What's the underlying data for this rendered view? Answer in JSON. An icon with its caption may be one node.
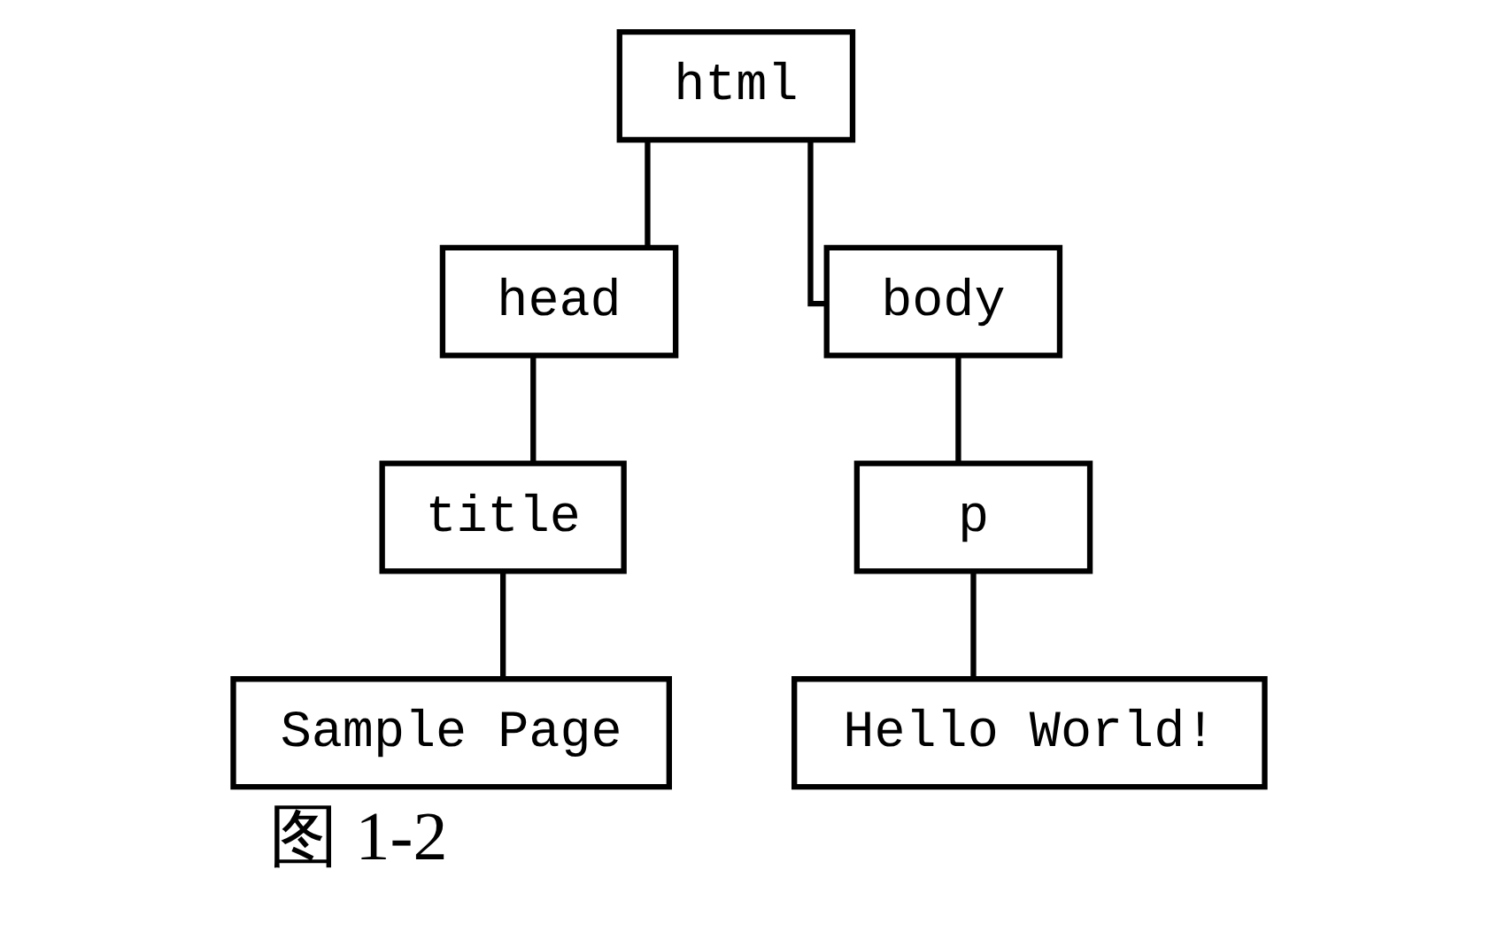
{
  "diagram": {
    "caption": "图 1-2",
    "nodes": [
      {
        "text": [
          "html"
        ]
      },
      {
        "text": [
          "head"
        ]
      },
      {
        "text": [
          "title"
        ]
      },
      {
        "text": [
          "Sample Page"
        ]
      },
      {
        "text": [
          "body"
        ]
      },
      {
        "text": [
          "p"
        ]
      },
      {
        "text": [
          "Hello World!"
        ]
      }
    ],
    "edges": [
      {
        "from": 0,
        "to": 1,
        "arrow": "none"
      },
      {
        "from": 1,
        "to": 2,
        "arrow": "none"
      },
      {
        "from": 2,
        "to": 3,
        "arrow": "none"
      },
      {
        "from": 0,
        "to": 4,
        "arrow": "none"
      },
      {
        "from": 4,
        "to": 5,
        "arrow": "none"
      },
      {
        "from": 5,
        "to": 6,
        "arrow": "none"
      }
    ]
  }
}
